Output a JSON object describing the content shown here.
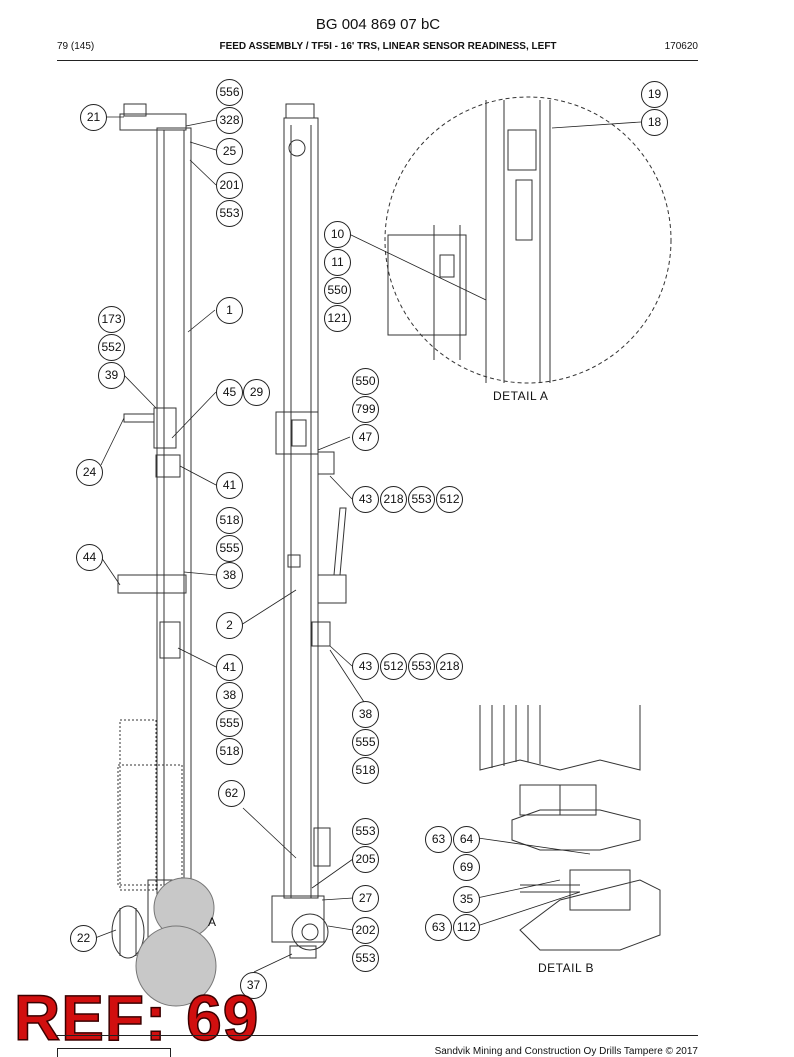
{
  "header": {
    "document_number": "BG 004 869 07 bC",
    "page": "79 (145)",
    "title": "FEED ASSEMBLY / TF5I - 16' TRS, LINEAR SENSOR READINESS, LEFT",
    "date": "170620"
  },
  "callouts": {
    "c1": "556",
    "c2": "21",
    "c3": "328",
    "c4": "25",
    "c5": "201",
    "c6": "553",
    "c7": "1",
    "c8": "173",
    "c9": "552",
    "c10": "39",
    "c11": "45",
    "c12": "29",
    "c13": "24",
    "c14": "41",
    "c15": "518",
    "c16": "555",
    "c17": "44",
    "c18": "38",
    "c19": "2",
    "c20": "41",
    "c21": "38",
    "c22": "555",
    "c23": "518",
    "c24": "62",
    "c25": "22",
    "c26": "37",
    "c27": "10",
    "c28": "11",
    "c29": "550",
    "c30": "121",
    "c31": "550",
    "c32": "799",
    "c33": "47",
    "c34": "43",
    "c35": "218",
    "c36": "553",
    "c37": "512",
    "c38": "43",
    "c39": "512",
    "c40": "553",
    "c41": "218",
    "c42": "38",
    "c43": "555",
    "c44": "518",
    "c45": "553",
    "c46": "205",
    "c47": "27",
    "c48": "202",
    "c49": "553",
    "c50": "19",
    "c51": "18",
    "c52": "63",
    "c53": "64",
    "c54": "69",
    "c55": "35",
    "c56": "63",
    "c57": "112"
  },
  "details": {
    "detail_a_label": "DETAIL  A",
    "detail_b_label": "DETAIL  B",
    "marker_a": "A"
  },
  "stamp": {
    "text": "REF: 69",
    "color": "#d10f0f"
  },
  "footer": {
    "copyright": "Sandvik Mining and Construction Oy Drills Tampere © 2017"
  }
}
